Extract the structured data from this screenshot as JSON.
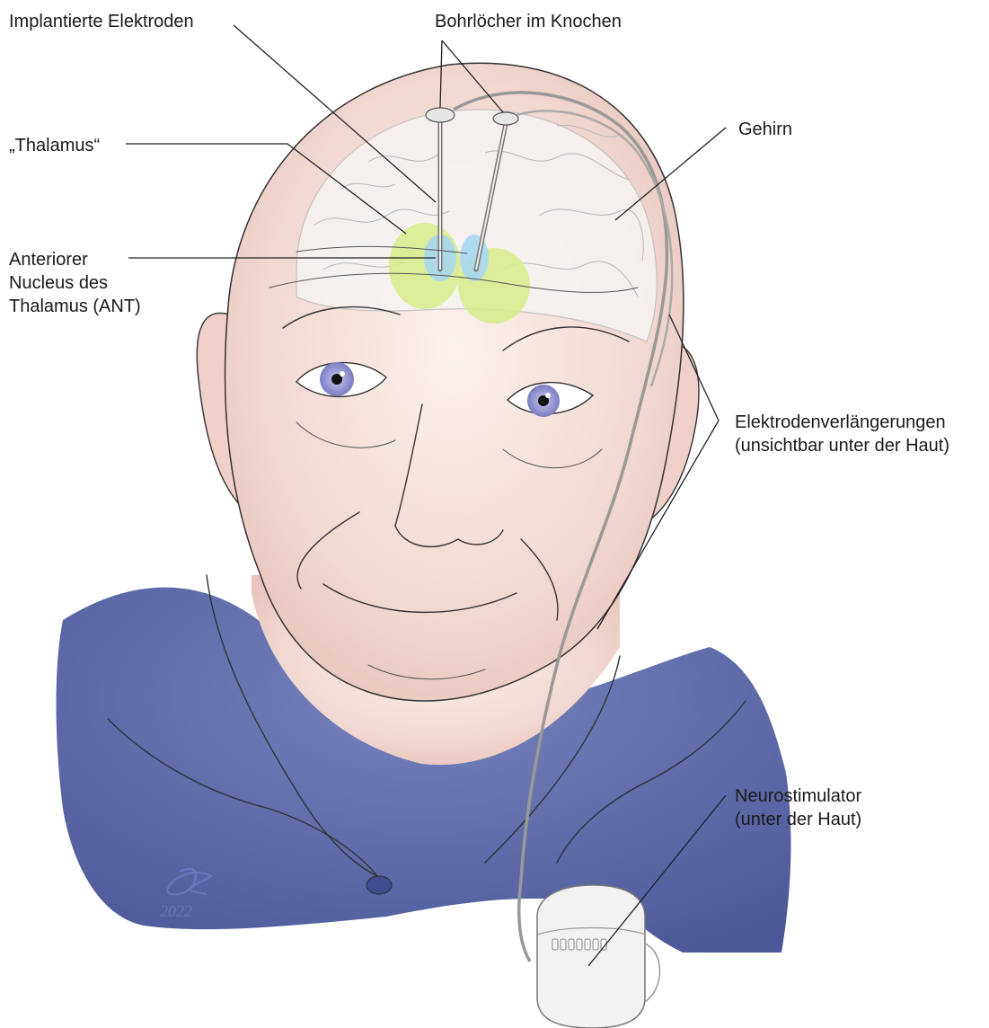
{
  "labels": {
    "electrodes": "Implantierte Elektroden",
    "burr_holes": "Bohrlöcher im Knochen",
    "thalamus": "„Thalamus“",
    "brain": "Gehirn",
    "ant_line1": "Anteriorer",
    "ant_line2": "Nucleus des",
    "ant_line3": "Thalamus (ANT)",
    "extensions_line1": "Elektrodenverlängerungen",
    "extensions_line2": "(unsichtbar unter der Haut)",
    "stimulator_line1": "Neurostimulator",
    "stimulator_line2": "(unter der Haut)"
  },
  "signature": {
    "year": "2022"
  },
  "colors": {
    "shirt": "#4a5a9e",
    "thalamus": "#d6ec8a",
    "ant": "#a9d7ef",
    "skin": "#f3dcd6",
    "iris": "#8f8fd0"
  }
}
